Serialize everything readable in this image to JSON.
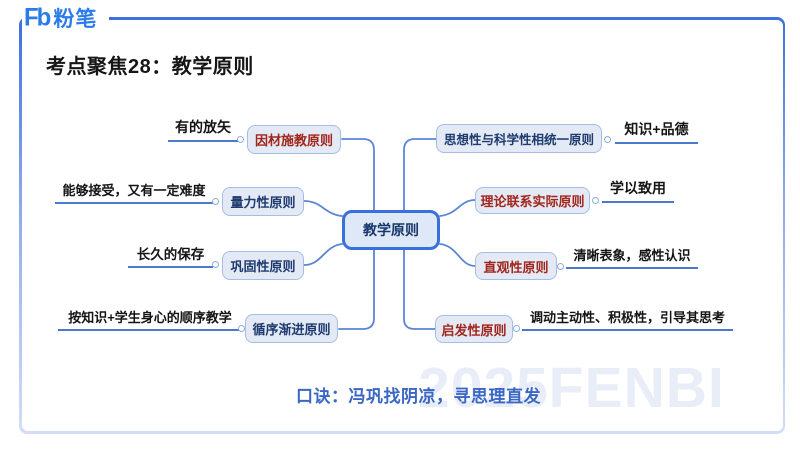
{
  "brand": {
    "glyph": "Fb",
    "name": "粉笔"
  },
  "title": "考点聚焦28：教学原则",
  "map": {
    "center": "教学原则",
    "left": [
      {
        "label": "因材施教原则",
        "note": "有的放矢",
        "color": "red"
      },
      {
        "label": "量力性原则",
        "note": "能够接受，又有一定难度",
        "color": "navy"
      },
      {
        "label": "巩固性原则",
        "note": "长久的保存",
        "color": "navy"
      },
      {
        "label": "循序渐进原则",
        "note": "按知识+学生身心的顺序教学",
        "color": "navy"
      }
    ],
    "right": [
      {
        "label": "思想性与科学性相统一原则",
        "note": "知识+品德",
        "color": "navy"
      },
      {
        "label": "理论联系实际原则",
        "note": "学以致用",
        "color": "red"
      },
      {
        "label": "直观性原则",
        "note": "清晰表象，感性认识",
        "color": "red"
      },
      {
        "label": "启发性原则",
        "note": "调动主动性、积极性，引导其思考",
        "color": "red"
      }
    ]
  },
  "mnemonic": "口诀：冯巩找阴凉，寻思理直发",
  "watermark": "2025FENBI",
  "colors": {
    "brand_blue": "#2b7ce9",
    "frame_top": "#3e6fe0",
    "frame_bottom": "#d3def6",
    "node_fill": "#e3eaf6",
    "node_border": "#a6bee2",
    "center_border": "#3a70d8",
    "navy_text": "#1e3a6e",
    "red_text": "#a1251b",
    "connector": "#5b85d6",
    "underline": "#4a79cc",
    "mnemonic_blue": "#3a66c4"
  }
}
